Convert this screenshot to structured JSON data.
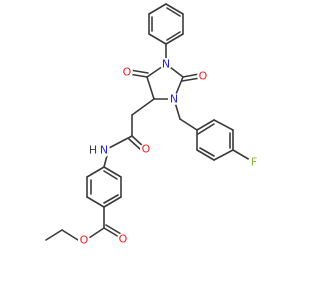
{
  "colors": {
    "background": "#ffffff",
    "bond": "#3a3a3a",
    "carbon": "#3a3a3a",
    "nitrogen": "#1f1fff",
    "oxygen": "#ff1a1a",
    "fluorine": "#7fb82f"
  },
  "atom_labels": {
    "amide_oxygen": "O",
    "amide_nitrogen": "N",
    "amide_hydrogen": "H",
    "ring_nitrogen_1": "N",
    "ring_nitrogen_3": "N",
    "carbonyl_oxygen_4": "O",
    "carbonyl_oxygen_2": "O",
    "fluorine": "F",
    "ester_carbonyl_oxygen": "O",
    "ester_ether_oxygen": "O"
  }
}
